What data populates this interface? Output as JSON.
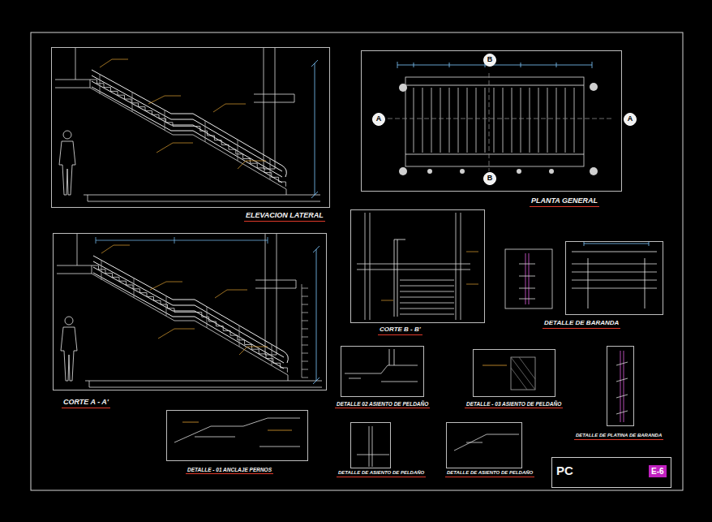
{
  "diagram": {
    "nodes": [
      {
        "text": [
          "ELEVACION LATERAL"
        ]
      },
      {
        "text": [
          "PLANTA GENERAL"
        ]
      },
      {
        "text": [
          "A"
        ],
        "in": 1
      },
      {
        "text": [
          "A"
        ],
        "in": 1
      },
      {
        "text": [
          "B"
        ],
        "in": 1
      },
      {
        "text": [
          "B"
        ],
        "in": 1
      },
      {
        "text": [
          "CORTE A - A'"
        ]
      },
      {
        "text": [
          "CORTE B - B'"
        ]
      },
      {
        "text": [
          "DETALLE DE BARANDA"
        ]
      },
      {
        "text": [
          "DETALLE 02 ASIENTO DE PELDAÑO"
        ]
      },
      {
        "text": [
          "DETALLE - 03 ASIENTO DE PELDAÑO"
        ]
      },
      {
        "text": [
          "DETALLE DE PLATINA DE BARANDA"
        ]
      },
      {
        "text": [
          "DETALLE - 01 ANCLAJE PERNOS"
        ]
      },
      {
        "text": [
          "DETALLE DE ASIENTO DE PELDAÑO"
        ]
      },
      {
        "text": [
          "DETALLE DE ASIENTO DE PELDAÑO"
        ]
      },
      {
        "text": [
          "PC",
          "E-6"
        ]
      }
    ]
  }
}
